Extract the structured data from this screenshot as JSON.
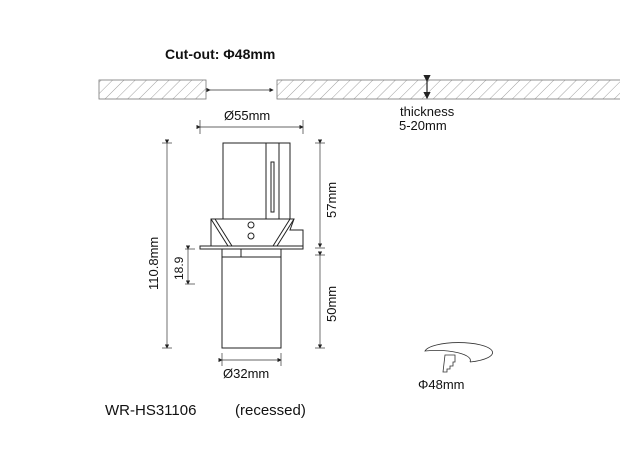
{
  "cutout_label": "Cut-out: Φ48mm",
  "thickness_label": "thickness",
  "thickness_value": "5-20mm",
  "dim_top_diameter": "Ø55mm",
  "dim_total_height": "110.8mm",
  "dim_upper_height": "57mm",
  "dim_lower_height": "50mm",
  "dim_offset": "18.9",
  "dim_bottom_diameter": "Ø32mm",
  "hole_diameter": "Φ48mm",
  "model": "WR-HS31106",
  "mount_type": "(recessed)"
}
